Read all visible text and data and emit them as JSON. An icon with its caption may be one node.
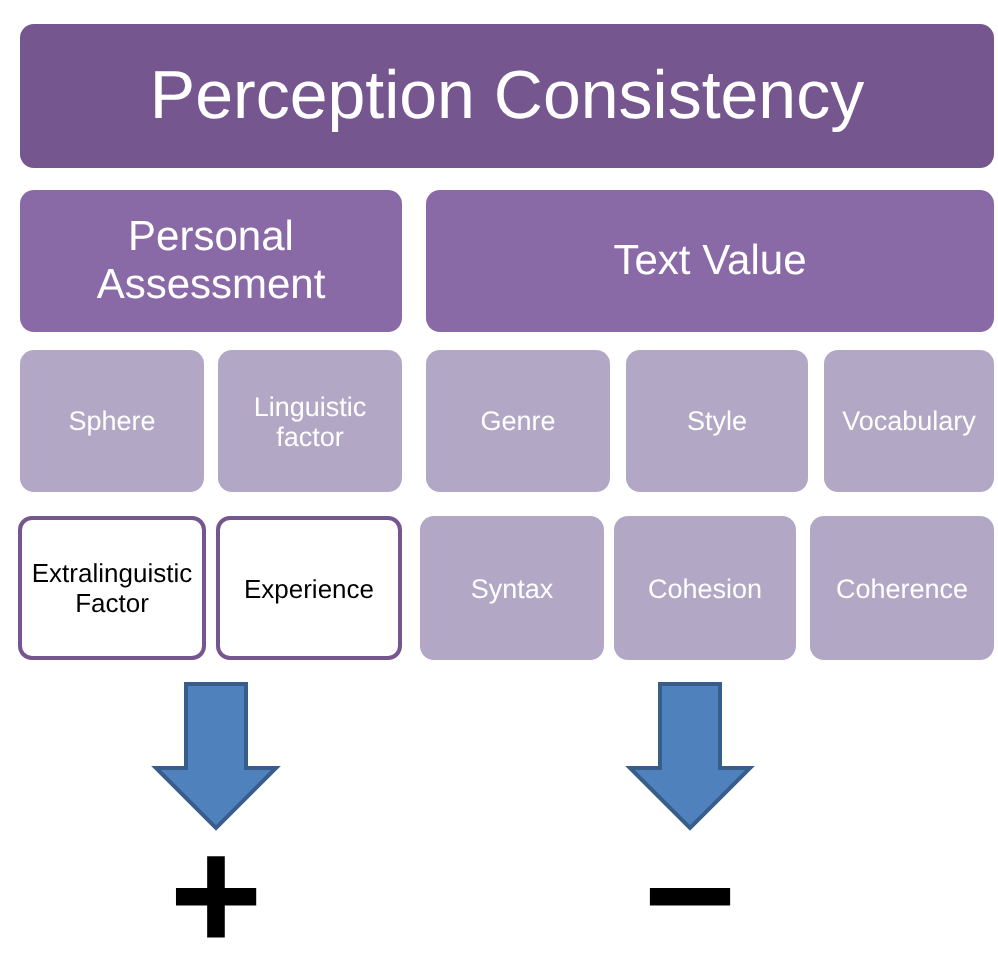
{
  "diagram": {
    "nodes": [
      {
        "text": [
          "Perception Consistency"
        ]
      },
      {
        "text": [
          "Personal Assessment"
        ]
      },
      {
        "text": [
          "Text Value"
        ]
      },
      {
        "text": [
          "Sphere"
        ]
      },
      {
        "text": [
          "Linguistic factor"
        ]
      },
      {
        "text": [
          "Genre"
        ]
      },
      {
        "text": [
          "Style"
        ]
      },
      {
        "text": [
          "Vocabulary"
        ]
      },
      {
        "text": [
          "Extralinguistic Factor"
        ]
      },
      {
        "text": [
          "Experience"
        ]
      },
      {
        "text": [
          "Syntax"
        ]
      },
      {
        "text": [
          "Cohesion"
        ]
      },
      {
        "text": [
          "Coherence"
        ]
      },
      {
        "text": [
          "+"
        ]
      },
      {
        "text": [
          "−"
        ]
      }
    ],
    "edges": [
      {
        "from": null,
        "to": 13,
        "arrow": "to"
      },
      {
        "from": null,
        "to": 14,
        "arrow": "to"
      }
    ]
  }
}
